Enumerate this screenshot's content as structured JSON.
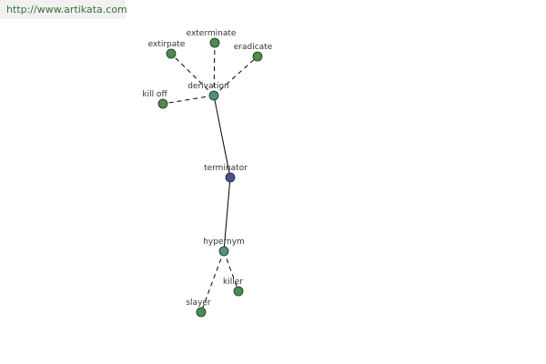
{
  "banner": {
    "url": "http://www.artikata.com"
  },
  "colors": {
    "root": "#4a4f9a",
    "relation": "#4f8f8a",
    "word": "#4f8a4f",
    "edge": "#000000"
  },
  "graph": {
    "nodes": [
      {
        "id": "terminator",
        "label": "terminator",
        "kind": "root"
      },
      {
        "id": "derivation",
        "label": "derivation",
        "kind": "relation"
      },
      {
        "id": "hypernym",
        "label": "hypernym",
        "kind": "relation"
      },
      {
        "id": "extirpate",
        "label": "extirpate",
        "kind": "word"
      },
      {
        "id": "exterminate",
        "label": "exterminate",
        "kind": "word"
      },
      {
        "id": "eradicate",
        "label": "eradicate",
        "kind": "word"
      },
      {
        "id": "kill-off",
        "label": "kill off",
        "kind": "word"
      },
      {
        "id": "killer",
        "label": "killer",
        "kind": "word"
      },
      {
        "id": "slayer",
        "label": "slayer",
        "kind": "word"
      }
    ],
    "edges": [
      {
        "from": "terminator",
        "to": "derivation",
        "style": "solid"
      },
      {
        "from": "terminator",
        "to": "hypernym",
        "style": "solid"
      },
      {
        "from": "derivation",
        "to": "extirpate",
        "style": "dashed"
      },
      {
        "from": "derivation",
        "to": "exterminate",
        "style": "dashed"
      },
      {
        "from": "derivation",
        "to": "eradicate",
        "style": "dashed"
      },
      {
        "from": "derivation",
        "to": "kill-off",
        "style": "dashed"
      },
      {
        "from": "hypernym",
        "to": "killer",
        "style": "dashed"
      },
      {
        "from": "hypernym",
        "to": "slayer",
        "style": "dashed"
      }
    ]
  }
}
